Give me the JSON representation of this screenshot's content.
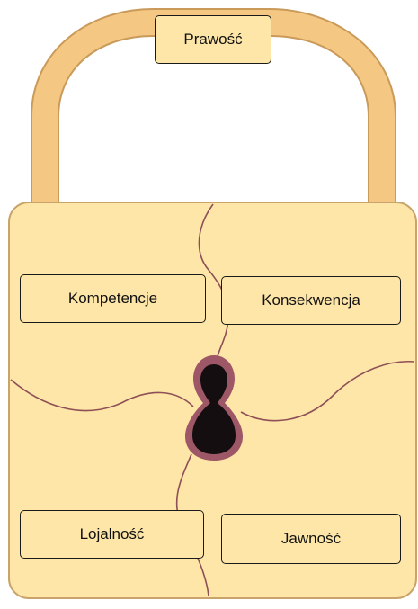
{
  "diagram": {
    "labels": {
      "top": "Prawość",
      "top_left": "Kompetencje",
      "top_right": "Konsekwencja",
      "bottom_left": "Lojalność",
      "bottom_right": "Jawność"
    },
    "colors": {
      "shackle_fill": "#f4c783",
      "shackle_stroke": "#c99a5a",
      "body_fill": "#fde6a7",
      "body_stroke": "#c9a46a",
      "seam": "#8e4f57",
      "keyhole_rim": "#9e5766",
      "keyhole": "#140e10",
      "label_fill": "#fde6a7",
      "label_border": "#1a1a1a"
    },
    "icons": [
      "padlock-icon",
      "keyhole-icon"
    ]
  }
}
